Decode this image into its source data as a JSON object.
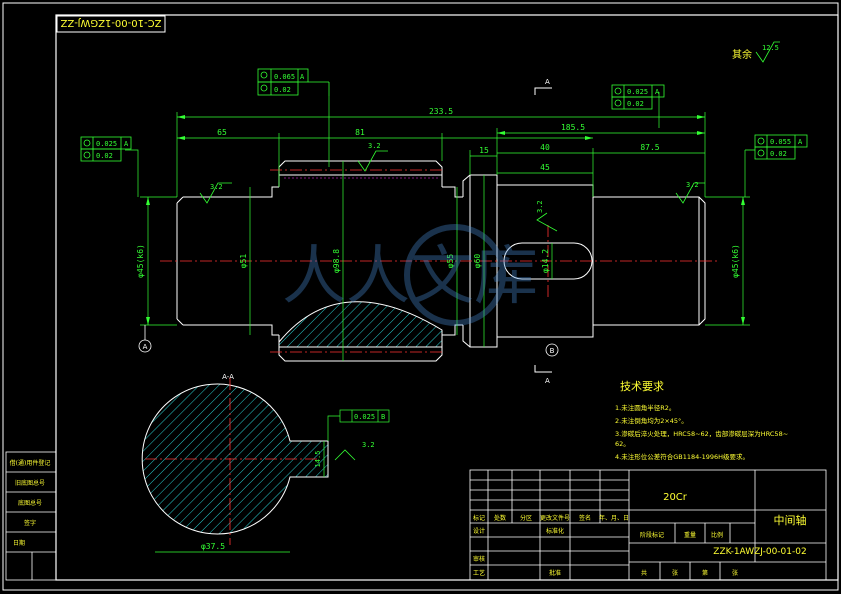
{
  "drawing": {
    "corner_code": "ZC-10-00-1ZGWJ-ZZ",
    "main_dims": {
      "overall": "233.5",
      "left_step": "65",
      "gear_len": "81",
      "right_len": "185.5",
      "groove": "15",
      "mid_40": "40",
      "key_45": "45",
      "right_end": "87.5",
      "dia_left": "φ45(k6)",
      "dia_d1": "φ51",
      "dia_gear": "φ98.8",
      "dia_d3": "φ55",
      "dia_d4": "φ60",
      "dia_right": "φ45(k6)",
      "key_dia": "φ14.2"
    },
    "roughness": {
      "a": "3.2",
      "b": "3.2",
      "c": "3.2",
      "d": "3.2",
      "e": "3.2",
      "section": "3.2",
      "rest_label": "其余",
      "rest_value": "12.5"
    },
    "tolerance_frames": {
      "left_top": "0.025",
      "left_top_ref": "A",
      "left_bottom": "0.02",
      "gear_top": "0.065",
      "gear_top_ref": "A",
      "gear_bottom": "0.02",
      "mid_top": "0.025",
      "mid_top_ref": "A",
      "mid_bottom": "0.02",
      "right_top": "0.055",
      "right_top_ref": "A",
      "right_bottom": "0.02",
      "section": "0.025",
      "section_ref": "B"
    },
    "datums": {
      "left": "A",
      "mid": "B"
    },
    "section": {
      "cut_letter_top": "A",
      "cut_letter_bottom": "A",
      "label": "A-A",
      "diameter": "φ37.5",
      "key_depth": "14.5"
    },
    "tech_requirements": {
      "heading": "技术要求",
      "items": [
        "1.未注圆角半径R2。",
        "2.未注倒角均为2×45°。",
        "3.渗碳后淬火处理，HRC58~62，齿部渗碳层深为HRC58~",
        "62。",
        "4.未注形位公差符合GB1184-1996H级要求。"
      ]
    },
    "watermark": "人人文库"
  },
  "title_block": {
    "material": "20Cr",
    "part_name": "中间轴",
    "drawing_number": "ZZK-1AWZJ-00-01-02",
    "row_labels": [
      "标记",
      "处数",
      "分区",
      "更改文件号",
      "签名",
      "年、月、日"
    ],
    "design": "设计",
    "standard": "标准化",
    "stage_mark": "阶段标记",
    "weight": "重量",
    "scale": "比例",
    "review": "审核",
    "process": "工艺",
    "approve": "批准",
    "sheet_row": [
      "共",
      "张",
      "第",
      "张"
    ]
  },
  "side_stamps": [
    "借(通)用件登记",
    "旧底图总号",
    "底图总号",
    "签字",
    "日期"
  ]
}
